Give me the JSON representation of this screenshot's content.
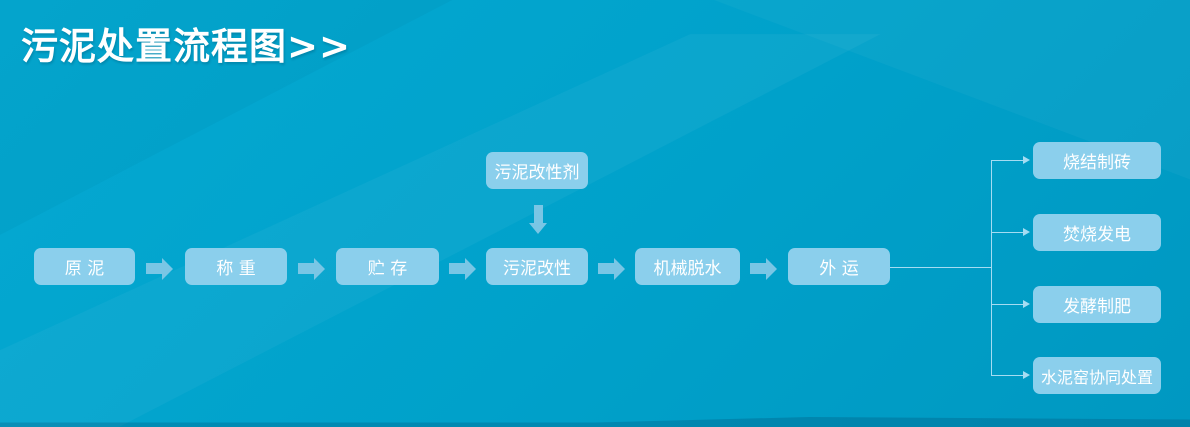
{
  "title": "污泥处置流程图>>",
  "flow": {
    "main_nodes": [
      {
        "label": "原 泥"
      },
      {
        "label": "称 重"
      },
      {
        "label": "贮 存"
      },
      {
        "label": "污泥改性"
      },
      {
        "label": "机械脱水"
      },
      {
        "label": "外 运"
      }
    ],
    "modifier_node": {
      "label": "污泥改性剂"
    },
    "branch_nodes": [
      {
        "label": "烧结制砖"
      },
      {
        "label": "焚烧发电"
      },
      {
        "label": "发酵制肥"
      },
      {
        "label": "水泥窑协同处置"
      }
    ]
  },
  "icons": {
    "flow_arrow": "arrow-right",
    "modifier_arrow": "arrow-down",
    "branch_arrow": "thin-arrow-right"
  },
  "colors": {
    "background_top": "#05a9d2",
    "background_bottom": "#0098c1",
    "node_fill": "#8bcfec",
    "node_text": "#ffffff",
    "arrow_fill": "#79c6e5",
    "connector_line": "#a5dcf2",
    "title_text": "#ffffff"
  }
}
